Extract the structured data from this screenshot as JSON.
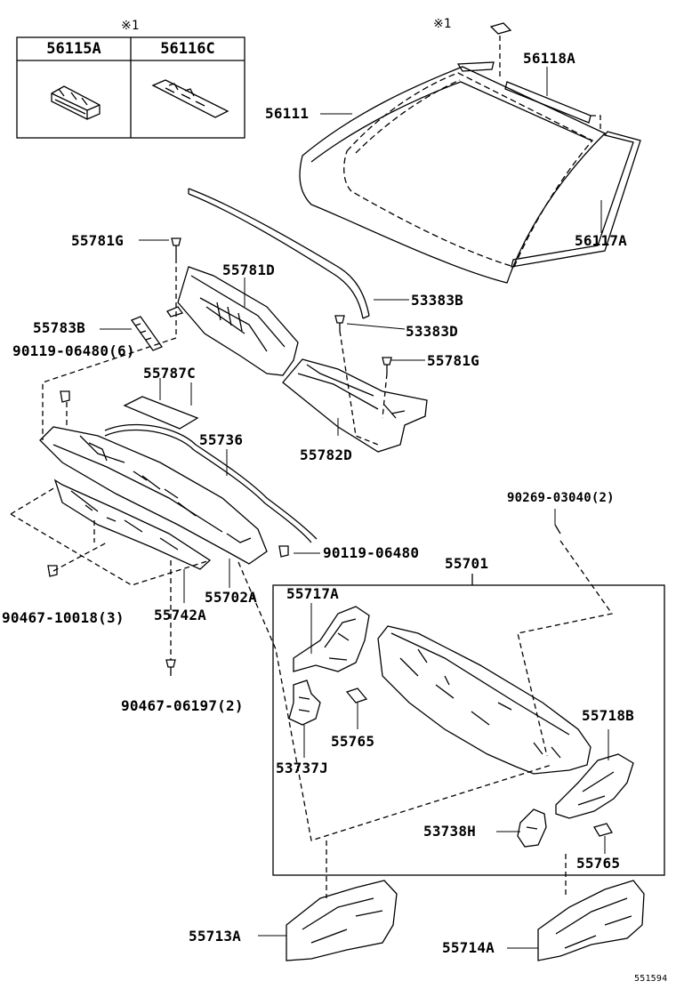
{
  "inset": {
    "note": "※1",
    "headers": [
      "56115A",
      "56116C"
    ]
  },
  "note_top": "※1",
  "labels": {
    "p56118A": "56118A",
    "p56111": "56111",
    "p56117A": "56117A",
    "p55781G_a": "55781G",
    "p55781D": "55781D",
    "p53383B": "53383B",
    "p55783B": "55783B",
    "p53383D": "53383D",
    "p90119_6": "90119-06480(6)",
    "p55781G_b": "55781G",
    "p55787C": "55787C",
    "p55736": "55736",
    "p55782D": "55782D",
    "p90269": "90269-03040(2)",
    "p90119": "90119-06480",
    "p55701": "55701",
    "p55702A": "55702A",
    "p55717A": "55717A",
    "p90467_10018": "90467-10018(3)",
    "p55742A": "55742A",
    "p90467_06197": "90467-06197(2)",
    "p55718B": "55718B",
    "p55765_a": "55765",
    "p53737J": "53737J",
    "p53738H": "53738H",
    "p55765_b": "55765",
    "p55713A": "55713A",
    "p55714A": "55714A"
  },
  "diagram_id": "551594"
}
